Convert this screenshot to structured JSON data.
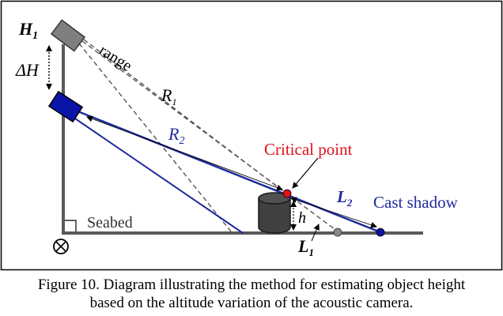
{
  "diagram": {
    "labels": {
      "h1_main": "H",
      "h1_sub": "1",
      "delta_h": "ΔH",
      "range": "range",
      "r1_main": "R",
      "r1_sub": "1",
      "r2_main": "R",
      "r2_sub": "2",
      "critical_point": "Critical point",
      "l2_main": "L",
      "l2_sub": "2",
      "cast_shadow": "Cast shadow",
      "seabed": "Seabed",
      "h": "h",
      "l1_main": "L",
      "l1_sub": "1"
    },
    "colors": {
      "frame": "#595959",
      "camera_high": "#7f7f7f",
      "camera_low": "#0a14a8",
      "blue_line": "#1f2a9c",
      "dashed": "#555555",
      "object": "#404040",
      "critical_point": "#e3101a",
      "label_blue": "#1f2a9c",
      "label_red": "#e3101a",
      "shadow_end_low": "#888888",
      "shadow_end_high": "#0a14a8"
    }
  },
  "caption": {
    "line1": "Figure 10.  Diagram illustrating the method for estimating object height",
    "line2": "based on the altitude variation of the acoustic camera."
  }
}
